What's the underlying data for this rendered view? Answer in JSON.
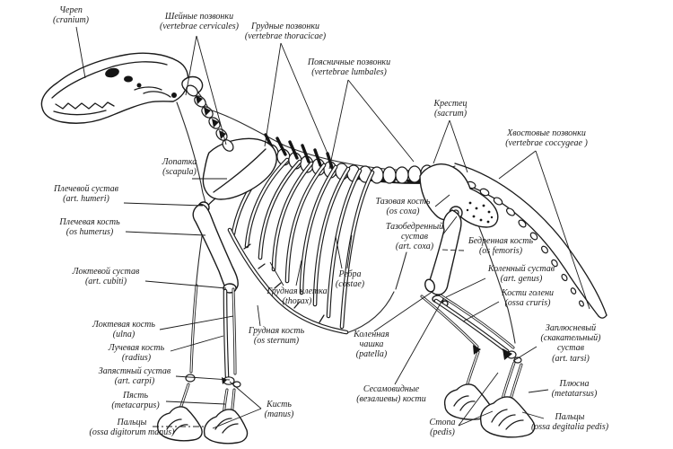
{
  "figure": {
    "subject": "dog-skeleton-anatomy-diagram",
    "style": "black line engraving on white",
    "colors": {
      "ink": "#1b1b1b",
      "paper": "#ffffff"
    }
  },
  "labels": {
    "cranium": [
      "Череп",
      "(cranium)"
    ],
    "cervical": [
      "Шейные позвонки",
      "(vertebrae cervicales)"
    ],
    "thoracic": [
      "Грудные позвонки",
      "(vertebrae thoracicae)"
    ],
    "lumbar": [
      "Поясничные позвонки",
      "(vertebrae lumbales)"
    ],
    "sacrum": [
      "Крестец",
      "(sacrum)"
    ],
    "caudal": [
      "Хвостовые позвонки",
      "(vertebrae coccygeae )"
    ],
    "scapula": [
      "Лопатка",
      "(scapula)"
    ],
    "shoulder_joint": [
      "Плечевой сустав",
      "(art. humeri)"
    ],
    "humerus": [
      "Плечевая кость",
      "(os humerus)"
    ],
    "elbow_joint": [
      "Локтевой сустав",
      "(art. cubiti)"
    ],
    "ulna": [
      "Локтевая кость",
      "(ulna)"
    ],
    "radius": [
      "Лучевая кость",
      "(radius)"
    ],
    "carpal_joint": [
      "Запястный сустав",
      "(art. carpi)"
    ],
    "metacarpus": [
      "Пясть",
      "(metacarpus)"
    ],
    "fore_digits": [
      "Пальцы",
      "(ossa digitorum manus)"
    ],
    "manus": [
      "Кисть",
      "(manus)"
    ],
    "sternum": [
      "Грудная кость",
      "(os sternum)"
    ],
    "thorax": [
      "Грудная клетка",
      "(thorax)"
    ],
    "costae": [
      "Ребра",
      "(costae)"
    ],
    "pelvic_bone": [
      "Тазовая кость",
      "(os coxa)"
    ],
    "hip_joint": [
      "Тазобедренный",
      "сустав",
      "(art. coxa)"
    ],
    "femur": [
      "Бедренная кость",
      "(os femoris)"
    ],
    "knee_joint": [
      "Коленный сустав",
      "(art. genus)"
    ],
    "shin_bones": [
      "Кости голени",
      "(ossa cruris)"
    ],
    "tarsal_joint": [
      "Заплюсневый",
      "(скакательный)",
      "сустав",
      "(art. tarsi)"
    ],
    "metatarsus": [
      "Плюсна",
      "(metatarsus)"
    ],
    "hind_digits": [
      "Пальцы",
      "(ossa degitalia pedis)"
    ],
    "pes": [
      "Стопа",
      "(pedis)"
    ],
    "patella": [
      "Коленная",
      "чашка",
      "(patella)"
    ],
    "sesamoid": [
      "Сесамовидные",
      "(везалиевы) кости"
    ]
  }
}
